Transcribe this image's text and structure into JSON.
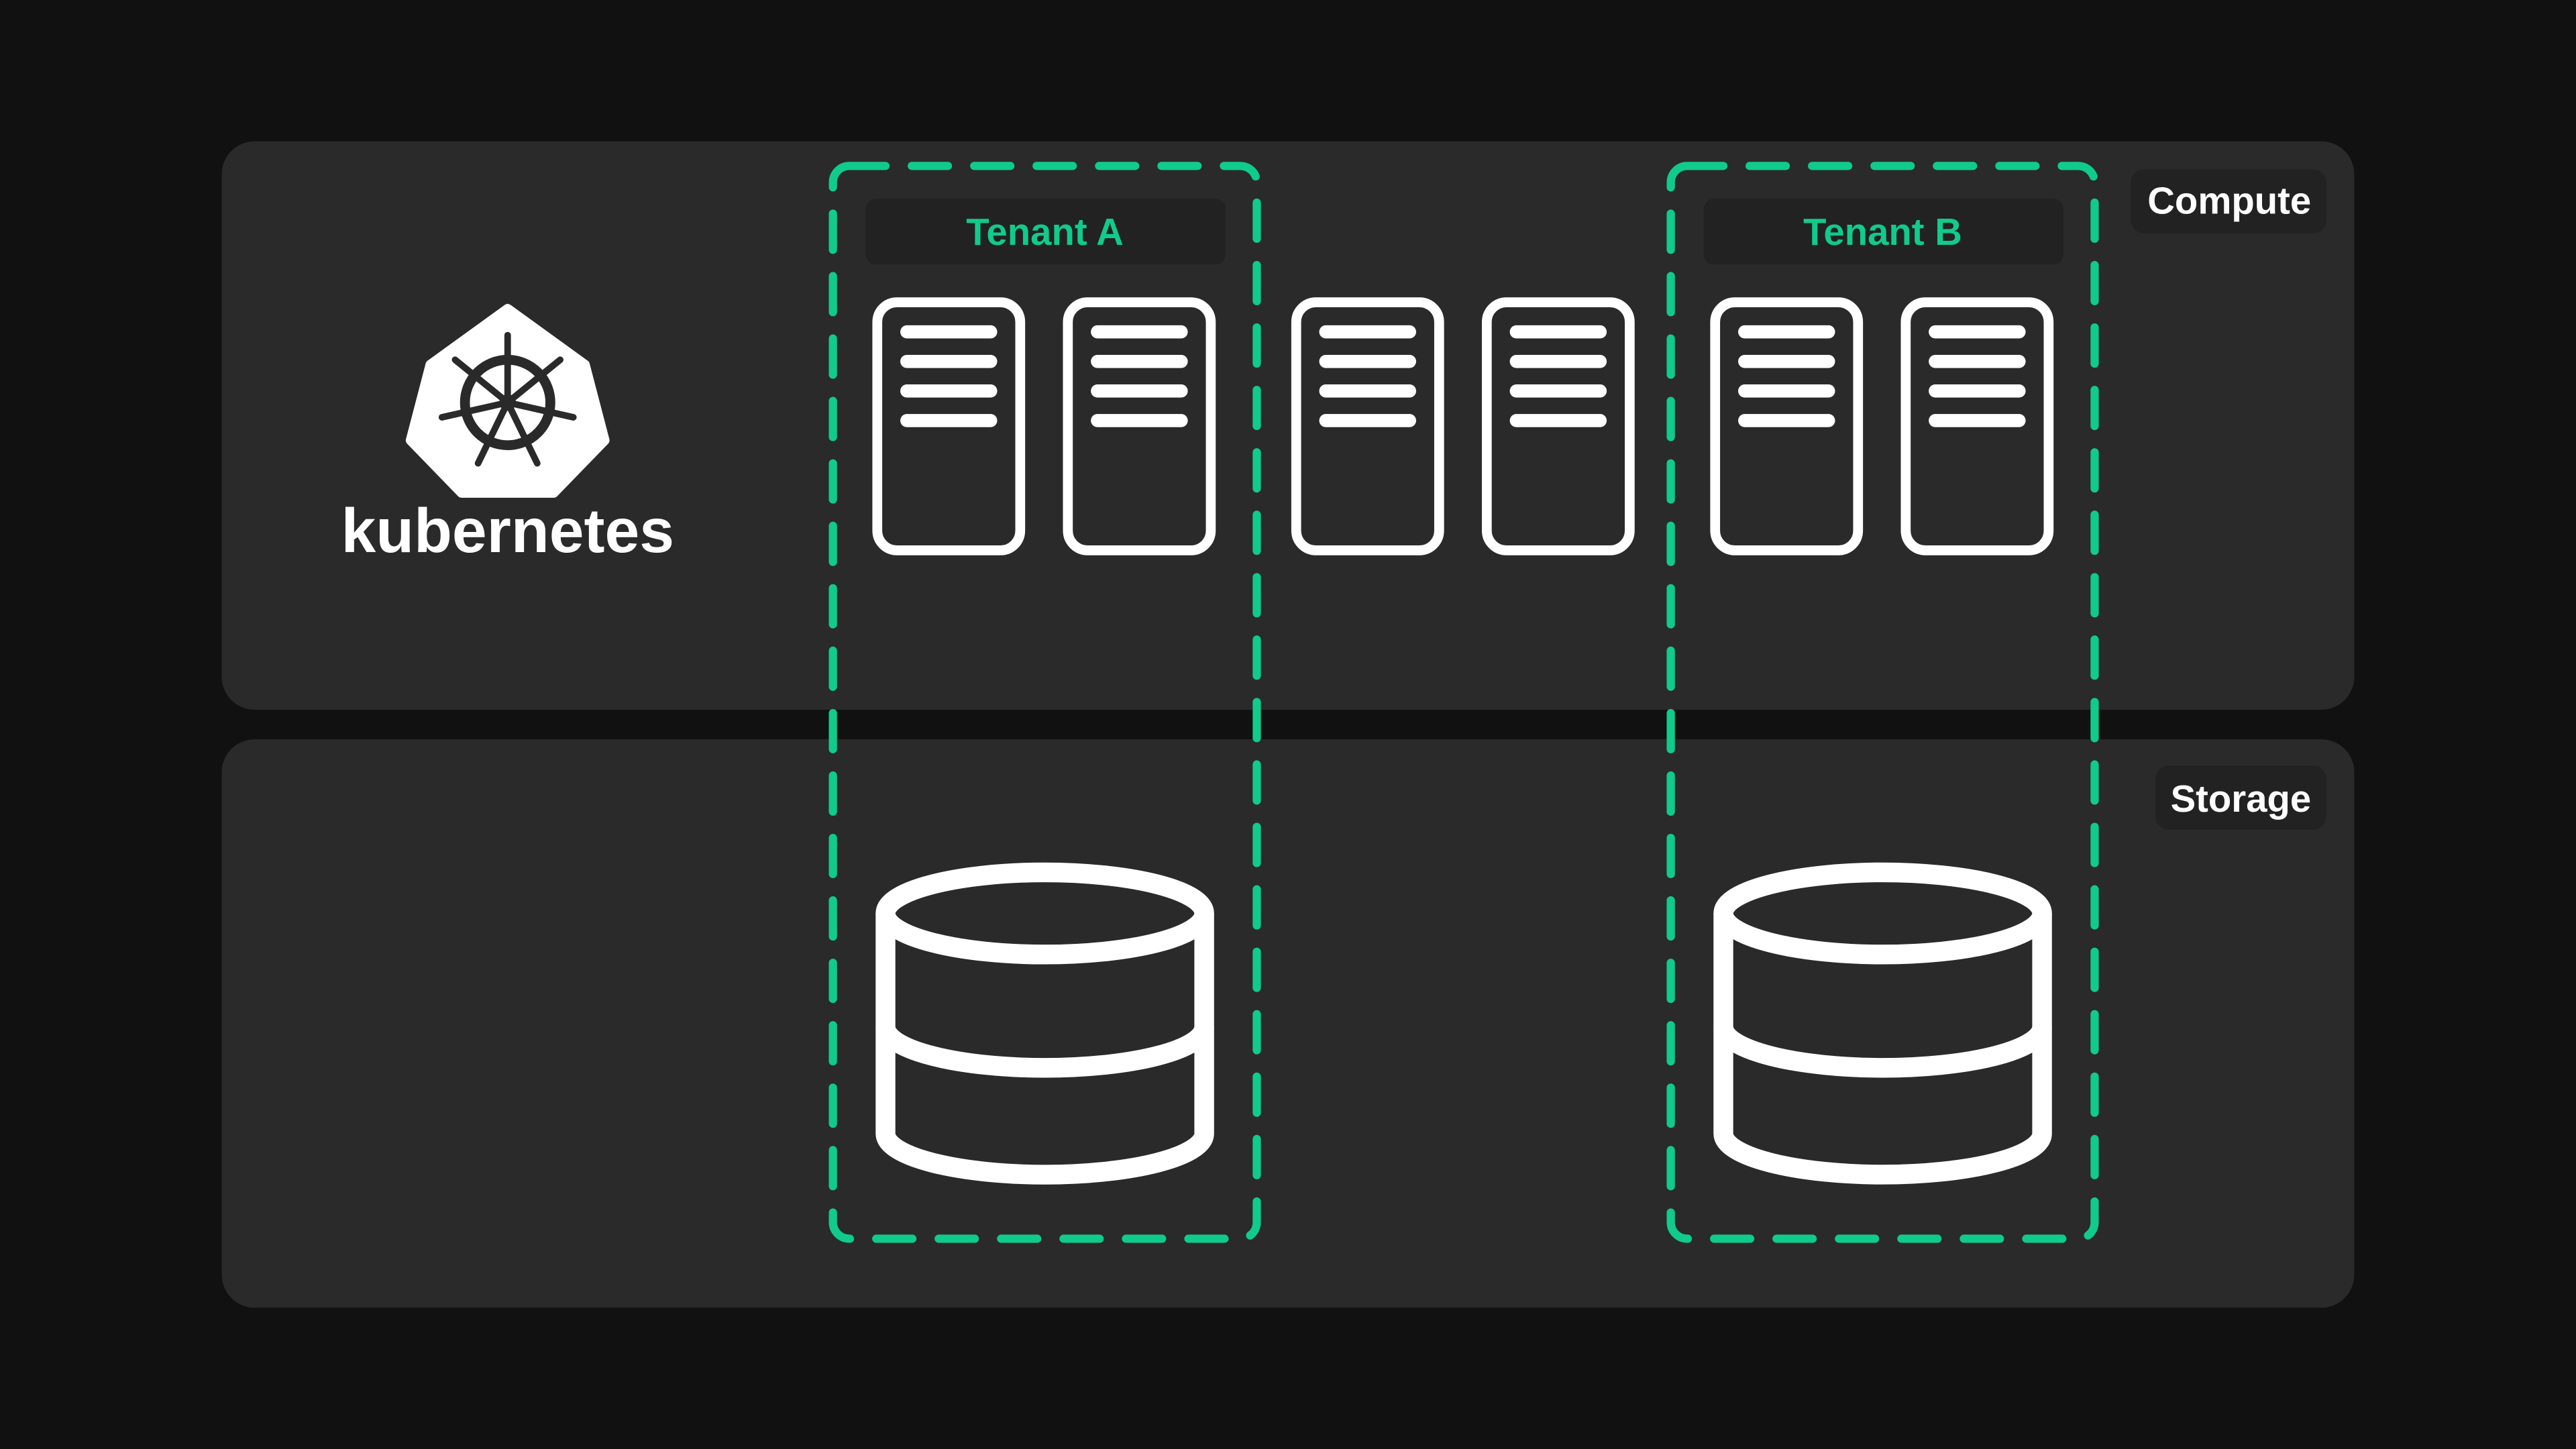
{
  "logo": {
    "text": "kubernetes"
  },
  "layers": {
    "compute": {
      "label": "Compute"
    },
    "storage": {
      "label": "Storage"
    }
  },
  "tenants": [
    {
      "label": "Tenant A"
    },
    {
      "label": "Tenant B"
    }
  ],
  "colors": {
    "background": "#111111",
    "panel": "#2a2a2a",
    "label_bg": "#222222",
    "accent": "#10cb8b",
    "icon": "#ffffff"
  }
}
